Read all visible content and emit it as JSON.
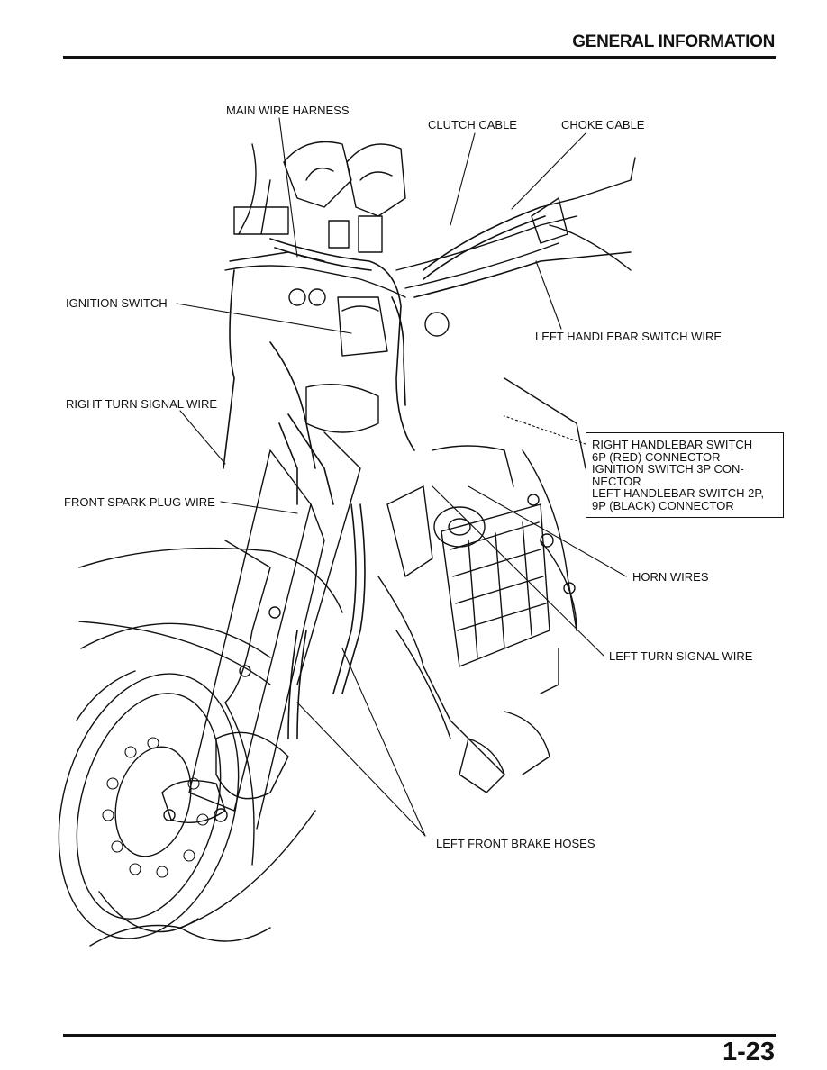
{
  "header": {
    "section_title": "GENERAL INFORMATION"
  },
  "labels": {
    "main_wire_harness": "MAIN WIRE HARNESS",
    "clutch_cable": "CLUTCH CABLE",
    "choke_cable": "CHOKE CABLE",
    "ignition_switch": "IGNITION SWITCH",
    "left_handlebar_switch_wire": "LEFT HANDLEBAR SWITCH WIRE",
    "right_turn_signal_wire": "RIGHT TURN SIGNAL WIRE",
    "front_spark_plug_wire": "FRONT SPARK PLUG WIRE",
    "horn_wires": "HORN WIRES",
    "left_turn_signal_wire": "LEFT TURN SIGNAL WIRE",
    "left_front_brake_hoses": "LEFT FRONT BRAKE HOSES"
  },
  "connector_box": {
    "lines": [
      "RIGHT  HANDLEBAR  SWITCH",
      "6P (RED) CONNECTOR",
      "IGNITION  SWITCH  3P  CON-",
      "NECTOR",
      "LEFT HANDLEBAR SWITCH 2P,",
      "9P (BLACK) CONNECTOR"
    ]
  },
  "footer": {
    "page_number": "1-23"
  }
}
